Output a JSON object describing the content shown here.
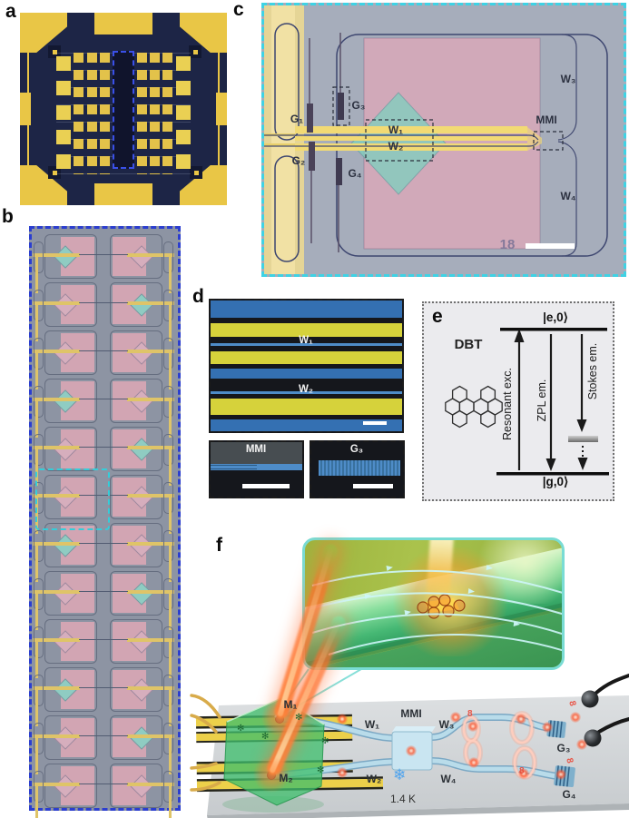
{
  "figure": {
    "panel_labels": {
      "a": "a",
      "b": "b",
      "c": "c",
      "d": "d",
      "e": "e",
      "f": "f"
    }
  },
  "panel_c": {
    "g1": "G₁",
    "g2": "G₂",
    "g3": "G₃",
    "g4": "G₄",
    "w1": "W₁",
    "w2": "W₂",
    "w3": "W₃",
    "w4": "W₄",
    "mmi": "MMI",
    "device_number": "18"
  },
  "panel_d": {
    "w1": "W₁",
    "w2": "W₂",
    "mmi": "MMI",
    "g3": "G₃"
  },
  "panel_e": {
    "molecule_name": "DBT",
    "excited_state": "|e,0⟩",
    "ground_state": "|g,0⟩",
    "resonant_label": "Resonant exc.",
    "zpl_label": "ZPL em.",
    "stokes_label": "Stokes em."
  },
  "panel_f": {
    "m1": "M₁",
    "m2": "M₂",
    "w1": "W₁",
    "w2": "W₂",
    "w3": "W₃",
    "w4": "W₄",
    "mmi": "MMI",
    "g3": "G₃",
    "g4": "G₄",
    "temperature": "1.4 K",
    "photon_pair": "8"
  },
  "icons": {
    "snowflake": "❄",
    "molecule": "✻"
  },
  "colors": {
    "cyan_border": "#3fd2e4",
    "blue_border": "#2b3ed0",
    "gold": "#e7c53f",
    "pink_resist": "#d2a8b8",
    "teal_crystal": "#7cc9b6",
    "stripe_blue": "#3874b6",
    "stripe_yellow": "#d6d23b",
    "laser_orange": "#ff6a33",
    "crystal_green": "#3dbe6c",
    "waveguide_blue": "#a9cee2"
  }
}
